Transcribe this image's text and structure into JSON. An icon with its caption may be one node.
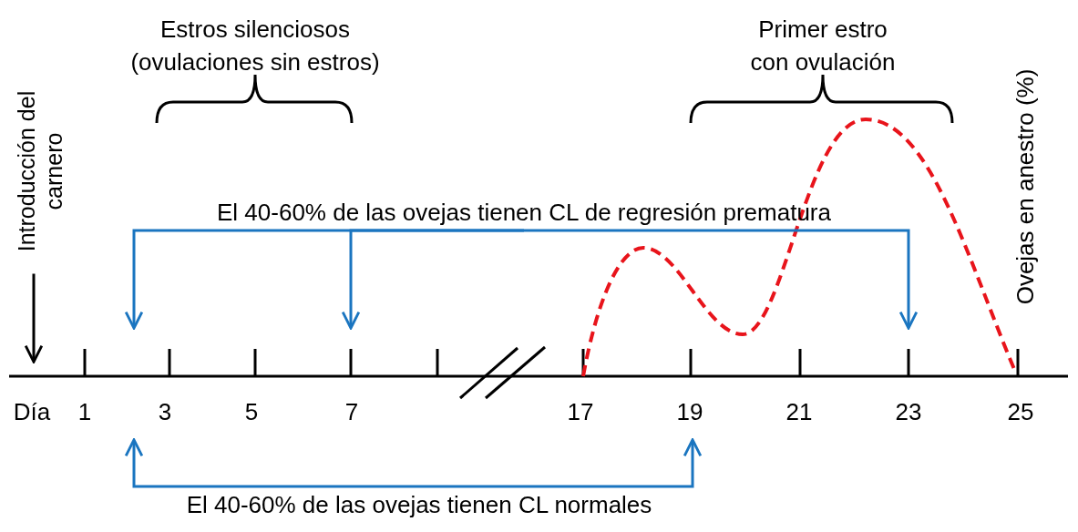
{
  "diagram": {
    "nodes": [
      {
        "text": [
          "Introducción del carnero"
        ]
      },
      {
        "text": [
          "El 40-60% de las ovejas tienen CL de regresión prematura"
        ]
      },
      {
        "text": [
          "El 40-60% de las ovejas tienen CL normales"
        ]
      }
    ],
    "edges": [
      {
        "from": 0,
        "to": null,
        "arrow": "to",
        "color": "#000000"
      },
      {
        "from": 1,
        "to": null,
        "arrow": "to"
      },
      {
        "from": 1,
        "to": null,
        "arrow": "to"
      },
      {
        "from": 1,
        "to": null,
        "arrow": "to"
      },
      {
        "from": 2,
        "to": null,
        "arrow": "to"
      },
      {
        "from": 2,
        "to": null,
        "arrow": "to"
      }
    ],
    "labels": [
      "Estros silenciosos (ovulaciones sin estros)",
      "Primer estro con ovulación",
      "Ovejas en anestro (%)",
      "Día",
      "1",
      "3",
      "5",
      "7",
      "17",
      "19",
      "21",
      "23",
      "25"
    ]
  }
}
